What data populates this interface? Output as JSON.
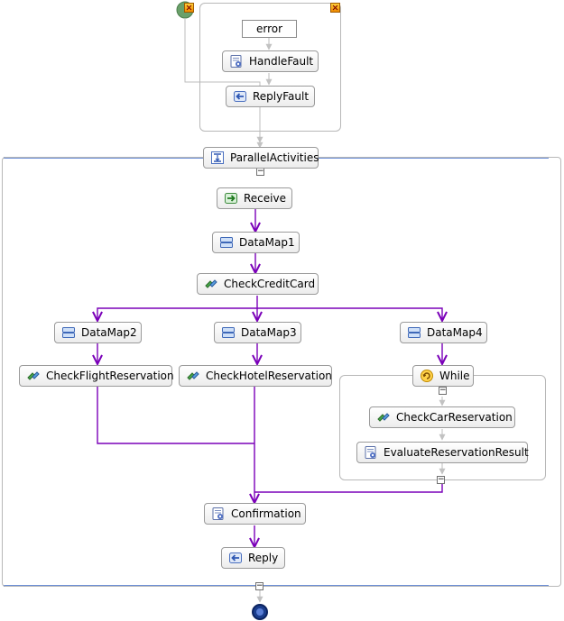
{
  "nodes": {
    "error": "error",
    "handle_fault": "HandleFault",
    "reply_fault": "ReplyFault",
    "parallel_activities": "ParallelActivities",
    "receive": "Receive",
    "datamap1": "DataMap1",
    "check_credit_card": "CheckCreditCard",
    "datamap2": "DataMap2",
    "datamap3": "DataMap3",
    "datamap4": "DataMap4",
    "check_flight": "CheckFlightReservation",
    "check_hotel": "CheckHotelReservation",
    "while": "While",
    "check_car": "CheckCarReservation",
    "evaluate": "EvaluateReservationResult",
    "confirmation": "Confirmation",
    "reply": "Reply"
  },
  "icons": {
    "handle_fault": "assign-icon",
    "reply_fault": "reply-icon",
    "parallel_activities": "flow-icon",
    "receive": "receive-icon",
    "datamap": "datamap-icon",
    "invoke": "invoke-icon",
    "while": "loop-icon",
    "evaluate": "assign-icon",
    "confirmation": "assign-icon",
    "reply": "reply-icon"
  },
  "colors": {
    "link": "#7a00b8",
    "connector": "#bcbcbc",
    "flow_bar": "#6b8ed6",
    "start": "#6aa06a",
    "end": "#1a3d8c"
  }
}
